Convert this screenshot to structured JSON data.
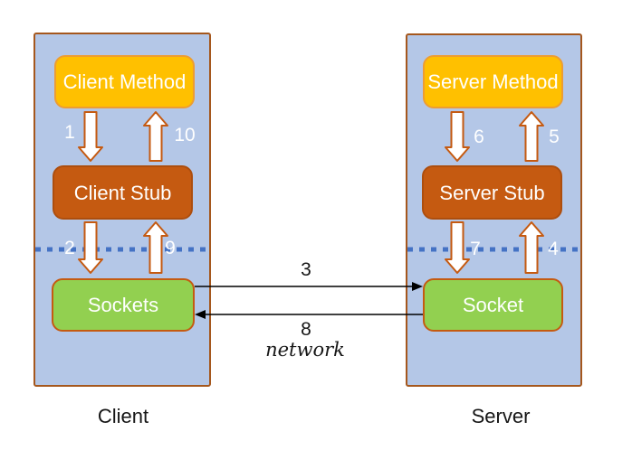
{
  "diagram": {
    "client": {
      "caption": "Client",
      "boxes": {
        "method": "Client Method",
        "stub": "Client Stub",
        "socket": "Sockets"
      },
      "steps": {
        "call_down": "1",
        "return_up": "10",
        "send_down": "2",
        "receive_up": "9"
      }
    },
    "server": {
      "caption": "Server",
      "boxes": {
        "method": "Server Method",
        "stub": "Server Stub",
        "socket": "Socket"
      },
      "steps": {
        "call_down": "6",
        "return_up": "5",
        "send_down": "7",
        "receive_up": "4"
      }
    },
    "network": {
      "request": "3",
      "response": "8",
      "caption": "network"
    },
    "colors": {
      "panel_fill": "#b4c7e7",
      "panel_border": "#a5571d",
      "method_fill": "#ffc000",
      "method_border": "#ed9d31",
      "stub_fill": "#c55a11",
      "stub_border": "#ad4e0e",
      "socket_fill": "#92d050",
      "socket_border": "#c55a11",
      "boundary_dotted_line": "#4472c4",
      "block_arrow_fill": "#ffffff",
      "block_arrow_border": "#c55a11",
      "network_arrow": "#000000",
      "text_on_boxes": "#ffffff",
      "text_dark": "#161616"
    }
  }
}
